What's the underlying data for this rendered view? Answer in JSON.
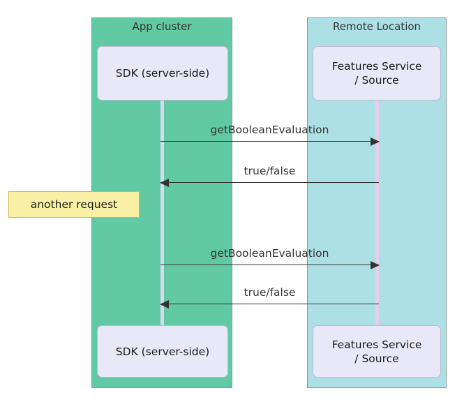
{
  "diagram": {
    "type": "sequence-diagram",
    "participants": [
      {
        "id": "app-cluster",
        "title": "App cluster",
        "box_label": "SDK (server-side)",
        "color": "#62C9A5",
        "lifeline_color": "#D8D8EE"
      },
      {
        "id": "remote-location",
        "title": "Remote Location",
        "box_label": "Features Service\n/ Source",
        "color": "#ADE0E5",
        "lifeline_color": "#E8CCEE"
      }
    ],
    "messages": [
      {
        "label": "getBooleanEvaluation",
        "direction": "right"
      },
      {
        "label": "true/false",
        "direction": "left"
      },
      {
        "label": "getBooleanEvaluation",
        "direction": "right"
      },
      {
        "label": "true/false",
        "direction": "left"
      }
    ],
    "notes": [
      {
        "text": "another request",
        "color": "#FAF0A5",
        "border_color": "#C8B94A"
      }
    ]
  }
}
